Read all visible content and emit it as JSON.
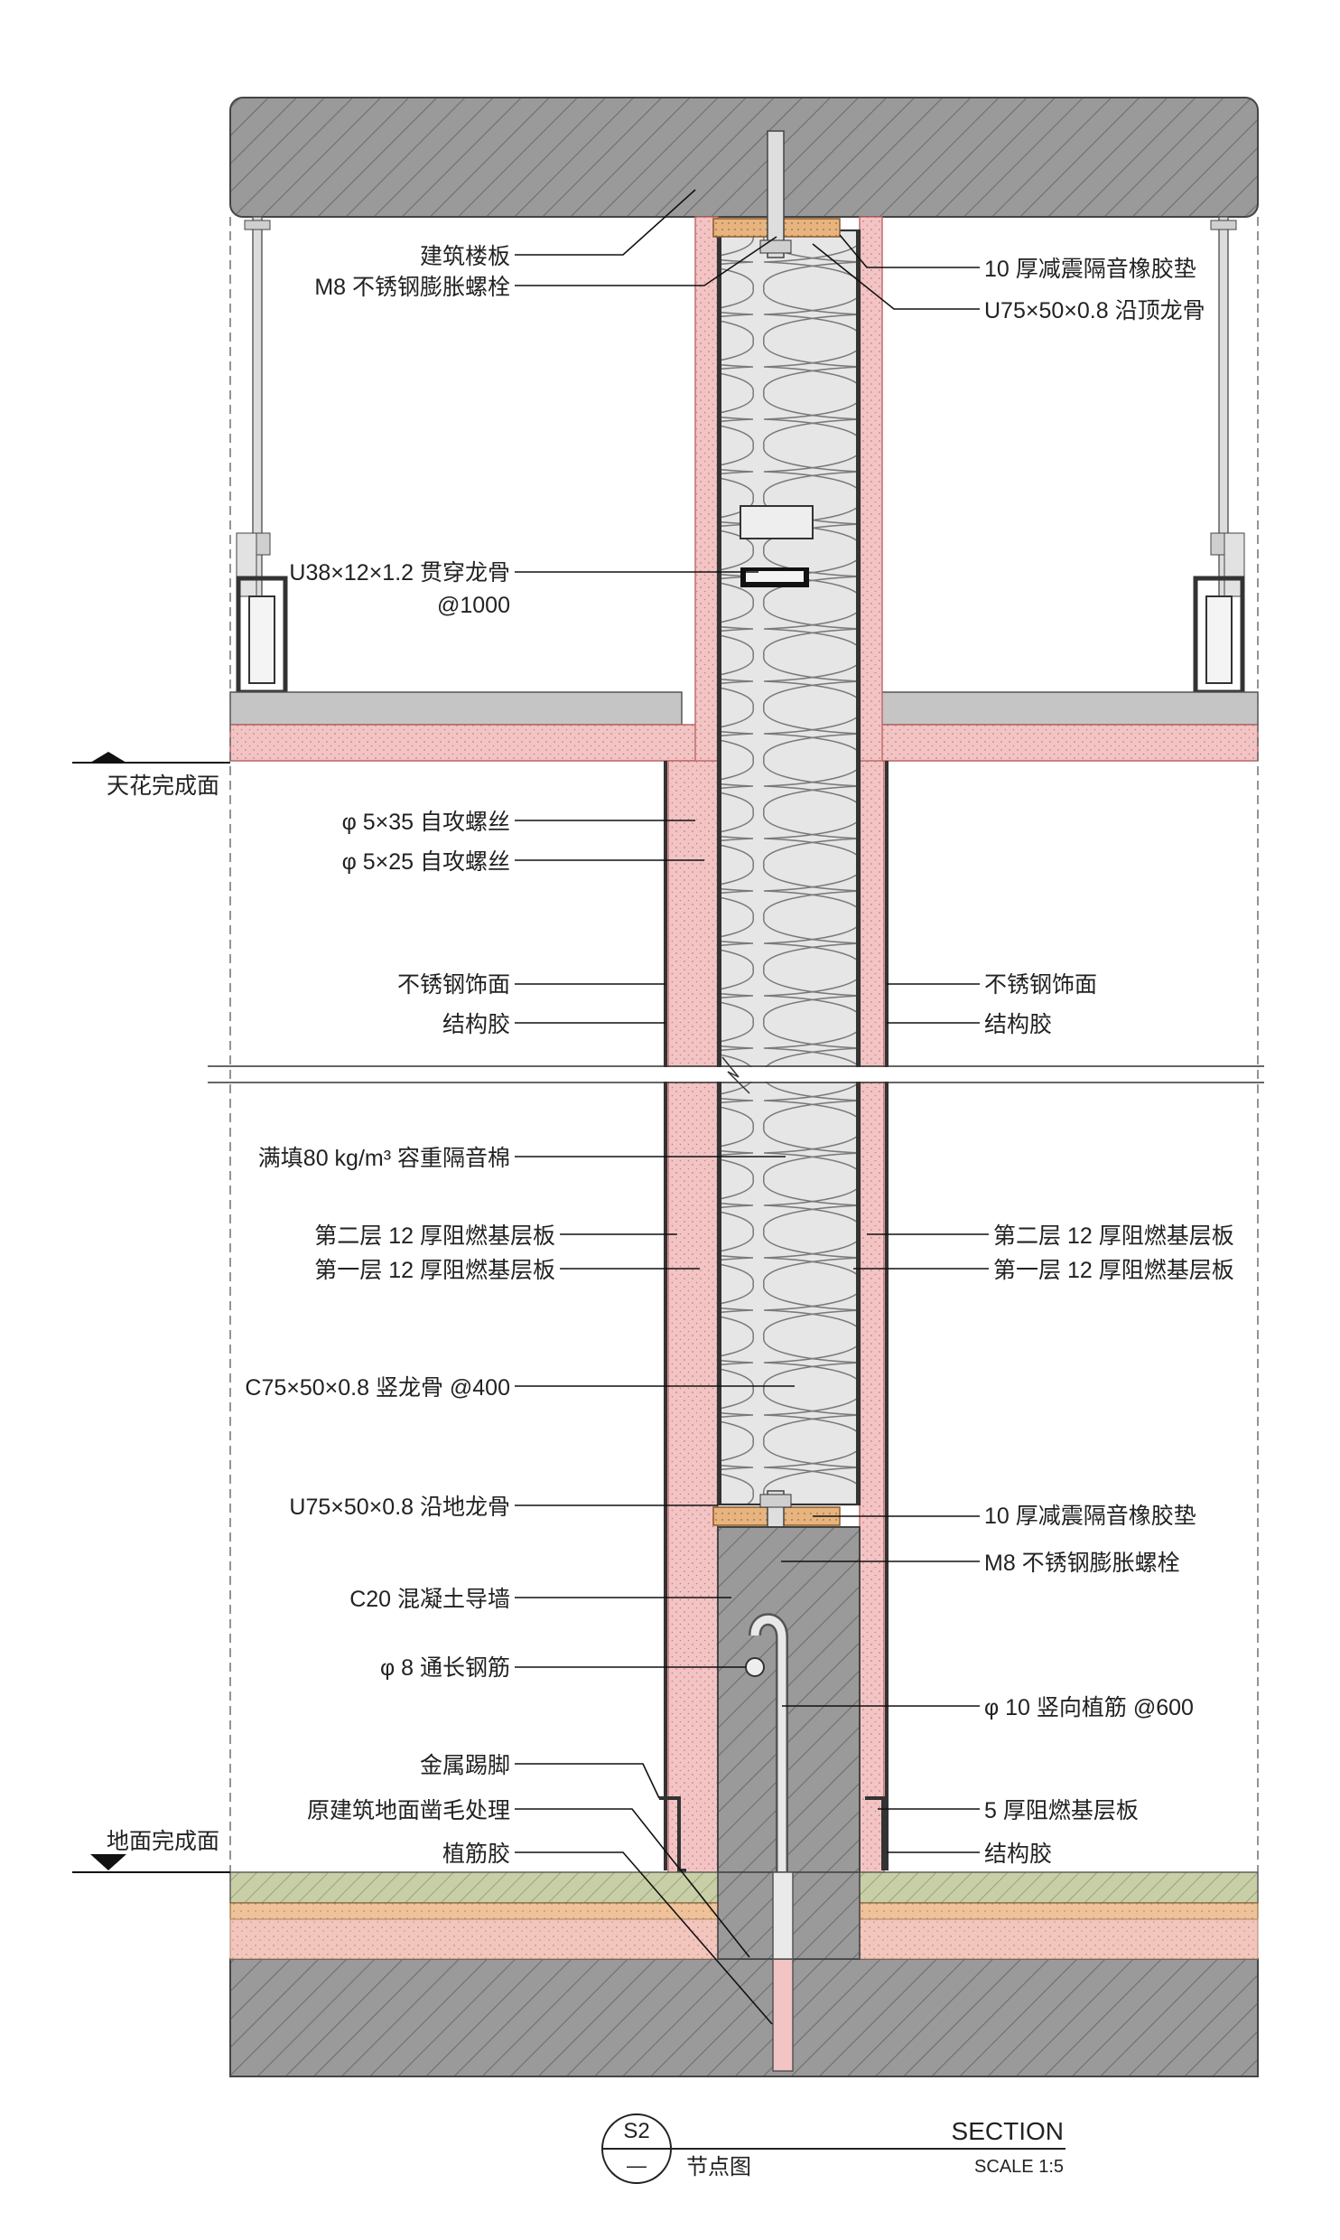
{
  "labels_left": [
    {
      "id": "slab",
      "text": "建筑楼板"
    },
    {
      "id": "bolt-top",
      "text": "M8 不锈钢膨胀螺栓"
    },
    {
      "id": "cross-channel",
      "text": "U38×12×1.2 贯穿龙骨"
    },
    {
      "id": "cross-channel-spacing",
      "text": "@1000"
    },
    {
      "id": "screw-35",
      "text": "φ 5×35 自攻螺丝"
    },
    {
      "id": "screw-25",
      "text": "φ 5×25 自攻螺丝"
    },
    {
      "id": "steel-face-l",
      "text": "不锈钢饰面"
    },
    {
      "id": "glue-l",
      "text": "结构胶"
    },
    {
      "id": "insulation",
      "text": "满填80 kg/m³ 容重隔音棉"
    },
    {
      "id": "board2-l",
      "text": "第二层 12 厚阻燃基层板"
    },
    {
      "id": "board1-l",
      "text": "第一层 12 厚阻燃基层板"
    },
    {
      "id": "stud",
      "text": "C75×50×0.8 竖龙骨 @400"
    },
    {
      "id": "floor-track",
      "text": "U75×50×0.8 沿地龙骨"
    },
    {
      "id": "curb",
      "text": "C20 混凝土导墙"
    },
    {
      "id": "rebar-8",
      "text": "φ 8 通长钢筋"
    },
    {
      "id": "skirting",
      "text": "金属踢脚"
    },
    {
      "id": "roughen",
      "text": "原建筑地面凿毛处理"
    },
    {
      "id": "anchor-glue",
      "text": "植筋胶"
    }
  ],
  "labels_right": [
    {
      "id": "rubber-top",
      "text": "10 厚减震隔音橡胶垫"
    },
    {
      "id": "top-track",
      "text": "U75×50×0.8 沿顶龙骨"
    },
    {
      "id": "steel-face-r",
      "text": "不锈钢饰面"
    },
    {
      "id": "glue-r",
      "text": "结构胶"
    },
    {
      "id": "board2-r",
      "text": "第二层 12 厚阻燃基层板"
    },
    {
      "id": "board1-r",
      "text": "第一层 12 厚阻燃基层板"
    },
    {
      "id": "rubber-bottom",
      "text": "10 厚减震隔音橡胶垫"
    },
    {
      "id": "bolt-bottom",
      "text": "M8 不锈钢膨胀螺栓"
    },
    {
      "id": "rebar-10",
      "text": "φ 10 竖向植筋 @600"
    },
    {
      "id": "board5",
      "text": "5 厚阻燃基层板"
    },
    {
      "id": "glue-bottom",
      "text": "结构胶"
    }
  ],
  "levels": {
    "ceiling": "天花完成面",
    "floor": "地面完成面"
  },
  "title_block": {
    "ref": "S2",
    "sheet": "—",
    "name": "节点图",
    "heading": "SECTION",
    "scale": "SCALE 1:5"
  },
  "colors": {
    "concrete": "#9a9a9a",
    "board": "#f2c4c4",
    "insulation": "#e6e6e6",
    "rubber": "#e7b47f",
    "ceiling_board": "#c5c5c5",
    "floor_finish": "#c8cfa6",
    "mortar": "#efc29a",
    "screed": "#f2c6bd"
  }
}
